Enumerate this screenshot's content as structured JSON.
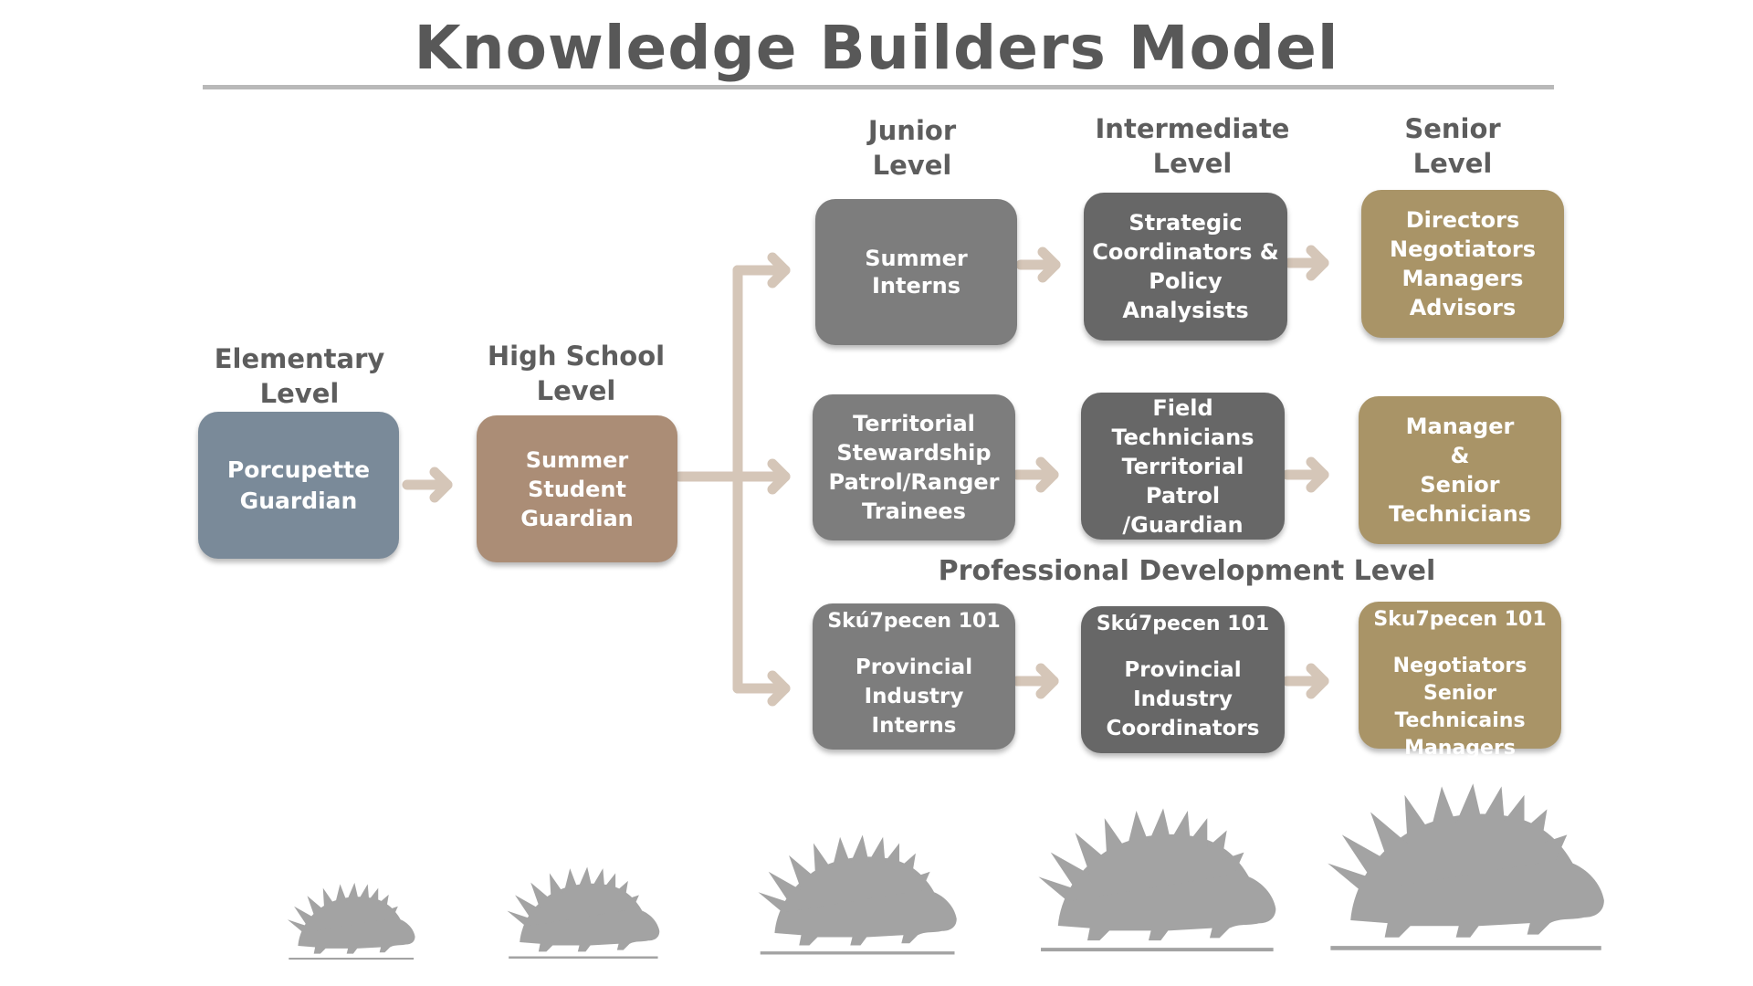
{
  "title": "Knowledge Builders Model",
  "headers": {
    "elementary": "Elementary\nLevel",
    "high_school": "High School\nLevel",
    "junior": "Junior\nLevel",
    "intermediate": "Intermediate\nLevel",
    "senior": "Senior\nLevel",
    "professional_development": "Professional Development Level"
  },
  "boxes": {
    "porcupette_guardian": "Porcupette\nGuardian",
    "summer_student_guardian": "Summer\nStudent\nGuardian",
    "summer_interns": "Summer\nInterns",
    "strategic_coordinators": "Strategic\nCoordinators &\nPolicy Analysists",
    "directors": "Directors\nNegotiators\nManagers\nAdvisors",
    "territorial_trainees": "Territorial\nStewardship\nPatrol/Ranger\nTrainees",
    "field_technicians": "Field Technicians\nTerritorial Patrol\n/Guardian",
    "manager_senior_technicians": "Manager\n&\nSenior\nTechnicians",
    "provincial_interns": {
      "top": "Skú7pecen 101",
      "bottom": "Provincial\nIndustry\nInterns"
    },
    "provincial_coordinators": {
      "top": "Skú7pecen 101",
      "bottom": "Provincial\nIndustry\nCoordinators"
    },
    "negotiators_senior": {
      "top": "Sku7pecen 101",
      "bottom": "Negotiators\nSenior Technicains\nManagers"
    }
  },
  "colors": {
    "slate_blue": "#7a8a99",
    "tan": "#ab8d76",
    "mid_gray": "#7d7d7d",
    "dark_gray": "#676767",
    "gold": "#a99467",
    "arrow": "#d5c6b8",
    "header_text": "#5d5d5d",
    "porcupine": "#a3a3a3"
  },
  "icons": [
    "porcupine-icon",
    "porcupine-icon",
    "porcupine-icon",
    "porcupine-icon",
    "porcupine-icon"
  ]
}
